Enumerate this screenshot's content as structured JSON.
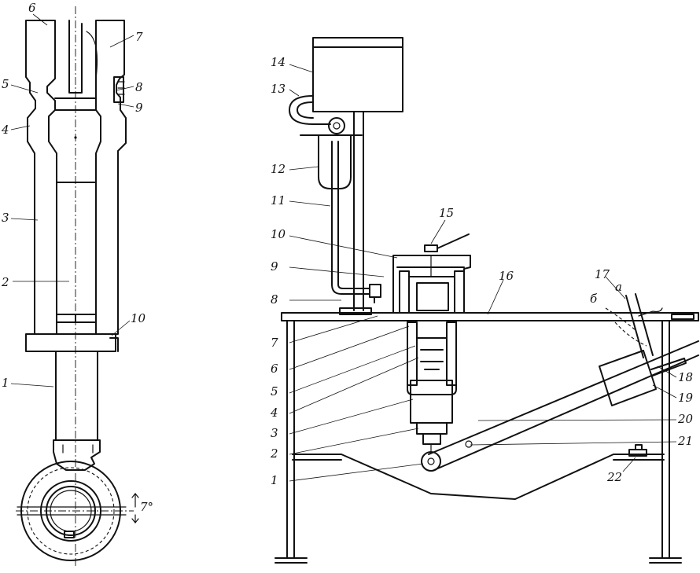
{
  "left_view": {
    "callouts": [
      "6",
      "7",
      "5",
      "8",
      "9",
      "4",
      "3",
      "2",
      "10",
      "1"
    ],
    "angle_label": "7°"
  },
  "right_view": {
    "callouts": [
      "14",
      "13",
      "12",
      "11",
      "10",
      "9",
      "8",
      "7",
      "6",
      "5",
      "4",
      "3",
      "2",
      "1",
      "15",
      "16",
      "17",
      "18",
      "19",
      "20",
      "21",
      "22"
    ],
    "letter_a": "a",
    "letter_b": "б"
  }
}
